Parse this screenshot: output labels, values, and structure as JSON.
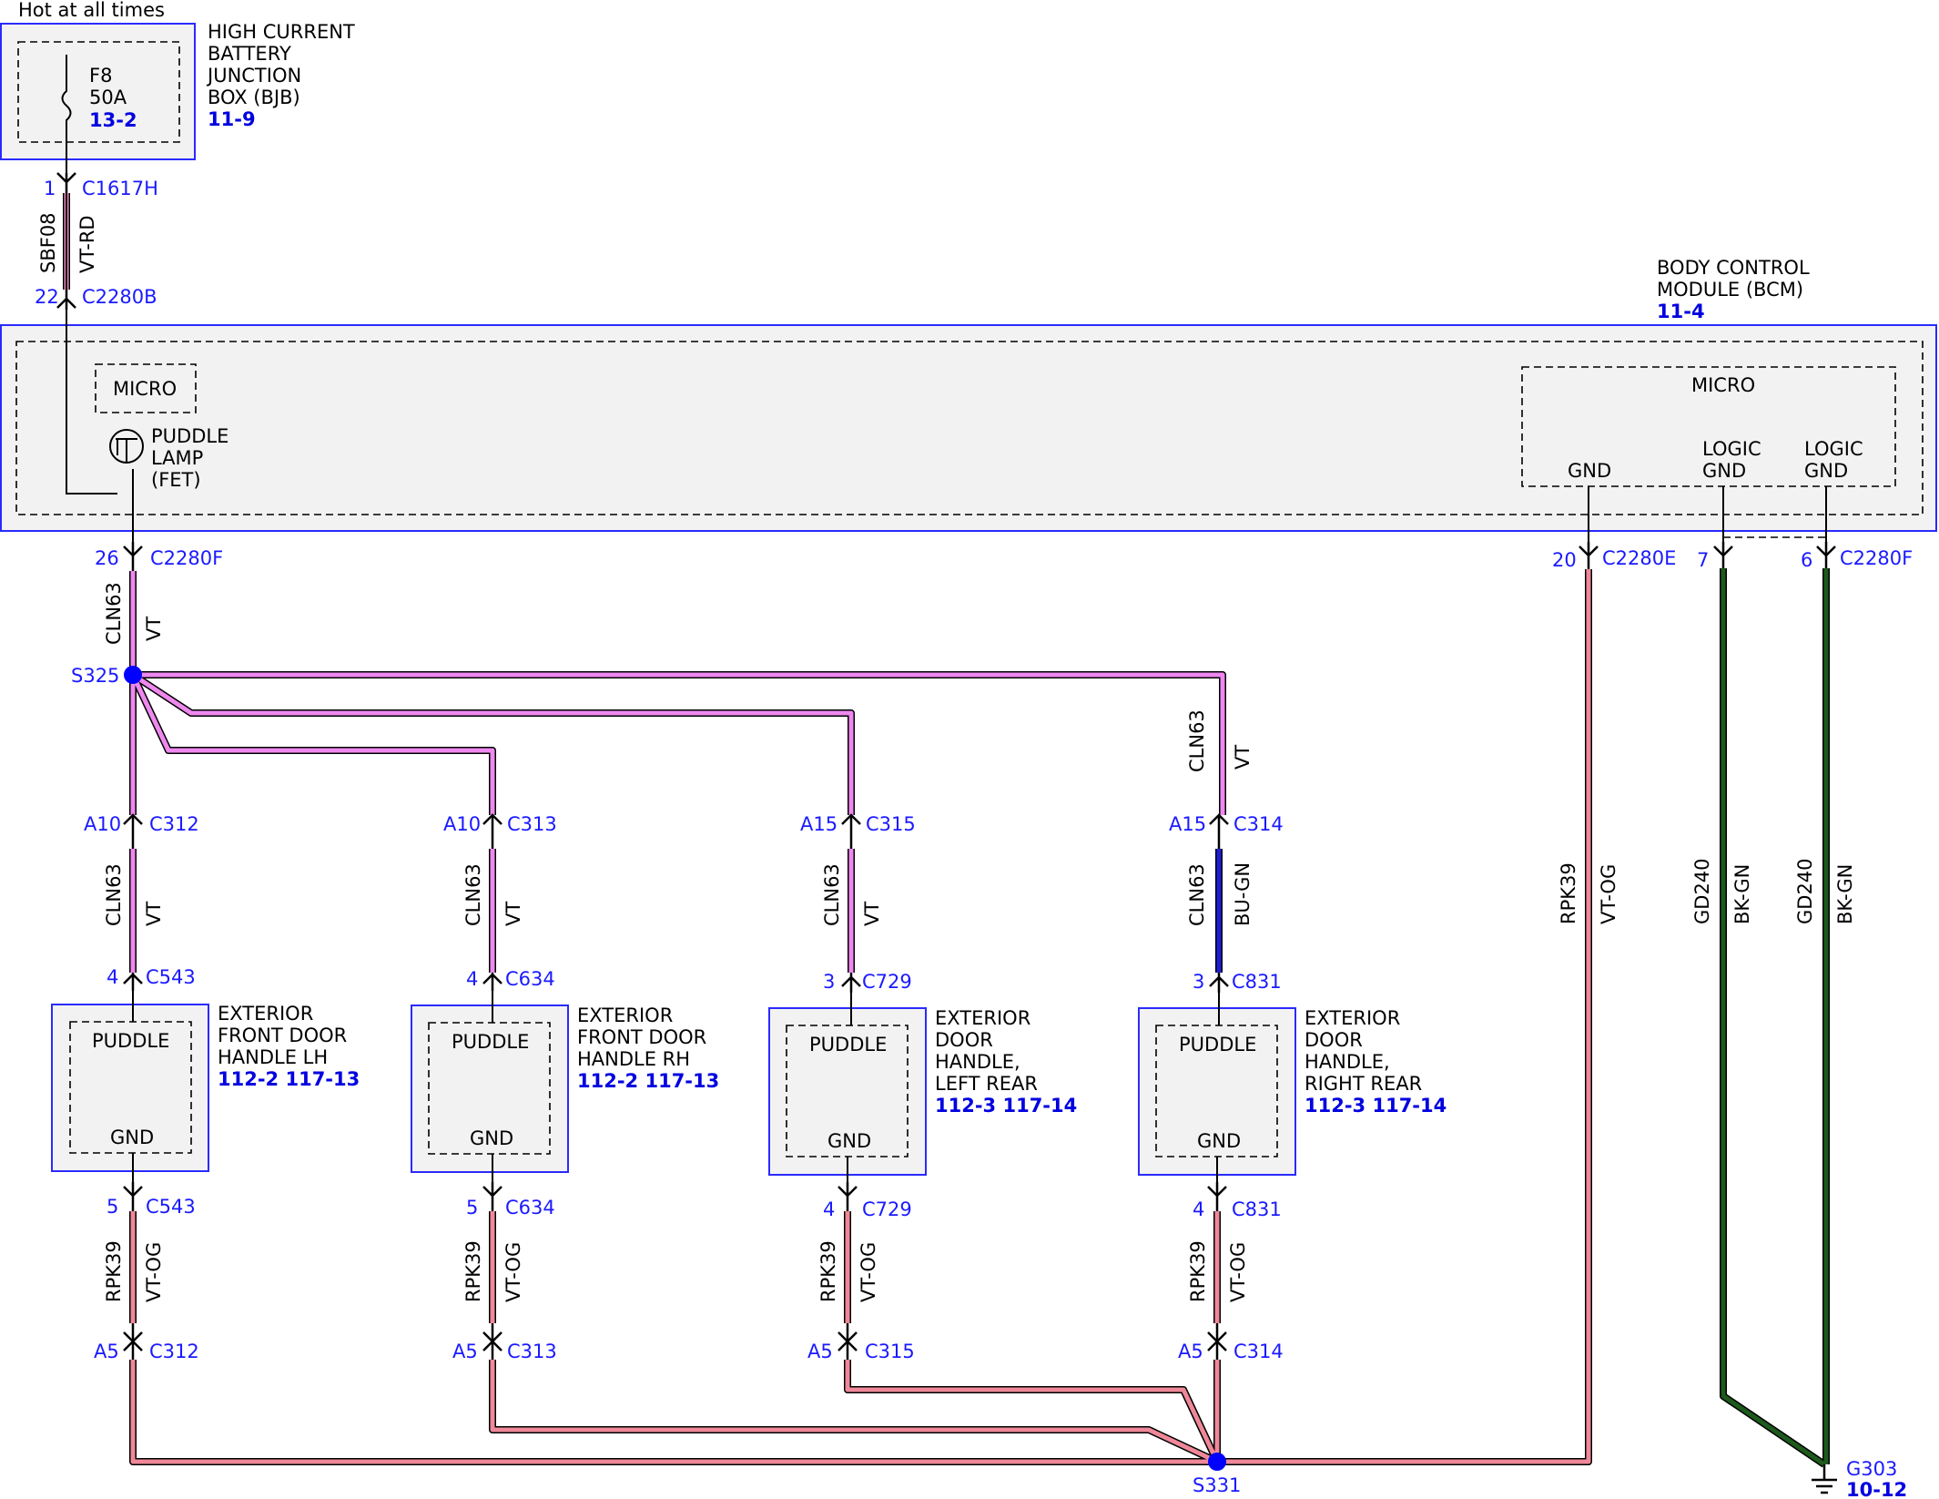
{
  "header": {
    "hot_text": "Hot at all times"
  },
  "bjb": {
    "title": [
      "HIGH CURRENT",
      "BATTERY",
      "JUNCTION",
      "BOX (BJB)"
    ],
    "ref": "11-9",
    "fuse": {
      "name": "F8",
      "rating": "50A",
      "ref": "13-2"
    }
  },
  "connectors": {
    "c1617h": {
      "pin": "1",
      "name": "C1617H"
    },
    "c2280b": {
      "pin": "22",
      "name": "C2280B"
    },
    "c2280f_26": {
      "pin": "26",
      "name": "C2280F"
    },
    "c2280e_20": {
      "pin": "20",
      "name": "C2280E"
    },
    "c2280_7": {
      "pin": "7"
    },
    "c2280f_6": {
      "pin": "6",
      "name": "C2280F"
    }
  },
  "wire_top": {
    "circuit": "SBF08",
    "color": "VT-RD"
  },
  "bcm": {
    "title": [
      "BODY CONTROL",
      "MODULE (BCM)"
    ],
    "ref": "11-4",
    "micro_left": "MICRO",
    "puddle_fet": [
      "PUDDLE",
      "LAMP",
      "(FET)"
    ],
    "micro_right": "MICRO",
    "gnd": "GND",
    "logic_gnd_1": [
      "LOGIC",
      "GND"
    ],
    "logic_gnd_2": [
      "LOGIC",
      "GND"
    ]
  },
  "wire_feed": {
    "circuit": "CLN63",
    "color": "VT"
  },
  "splice_top": "S325",
  "splice_bottom": "S331",
  "branches": [
    {
      "top_pin": "A10",
      "top_conn": "C312",
      "circuit": "CLN63",
      "color": "VT",
      "dev_pin": "4",
      "dev_conn": "C543",
      "puddle": "PUDDLE",
      "gnd": "GND",
      "title": [
        "EXTERIOR",
        "FRONT DOOR",
        "HANDLE LH"
      ],
      "refs": "112-2  117-13",
      "gnd_pin": "5",
      "gnd_conn": "C543",
      "ret_circuit": "RPK39",
      "ret_color": "VT-OG",
      "bot_pin": "A5",
      "bot_conn": "C312"
    },
    {
      "top_pin": "A10",
      "top_conn": "C313",
      "circuit": "CLN63",
      "color": "VT",
      "dev_pin": "4",
      "dev_conn": "C634",
      "puddle": "PUDDLE",
      "gnd": "GND",
      "title": [
        "EXTERIOR",
        "FRONT DOOR",
        "HANDLE RH"
      ],
      "refs": "112-2  117-13",
      "gnd_pin": "5",
      "gnd_conn": "C634",
      "ret_circuit": "RPK39",
      "ret_color": "VT-OG",
      "bot_pin": "A5",
      "bot_conn": "C313"
    },
    {
      "top_pin": "A15",
      "top_conn": "C315",
      "circuit": "CLN63",
      "color": "VT",
      "dev_pin": "3",
      "dev_conn": "C729",
      "puddle": "PUDDLE",
      "gnd": "GND",
      "title": [
        "EXTERIOR",
        "DOOR",
        "HANDLE,",
        "LEFT REAR"
      ],
      "refs": "112-3  117-14",
      "gnd_pin": "4",
      "gnd_conn": "C729",
      "ret_circuit": "RPK39",
      "ret_color": "VT-OG",
      "bot_pin": "A5",
      "bot_conn": "C315"
    },
    {
      "top_pin": "A15",
      "top_conn": "C314",
      "circuit": "CLN63",
      "color": "BU-GN",
      "dev_pin": "3",
      "dev_conn": "C831",
      "puddle": "PUDDLE",
      "gnd": "GND",
      "title": [
        "EXTERIOR",
        "DOOR",
        "HANDLE,",
        "RIGHT REAR"
      ],
      "refs": "112-3  117-14",
      "gnd_pin": "4",
      "gnd_conn": "C831",
      "ret_circuit": "RPK39",
      "ret_color": "VT-OG",
      "bot_pin": "A5",
      "bot_conn": "C314"
    }
  ],
  "branch4_upper": {
    "circuit": "CLN63",
    "color": "VT"
  },
  "bcm_ground_wire": {
    "circuit": "RPK39",
    "color": "VT-OG"
  },
  "logic_wire_1": {
    "circuit": "GD240",
    "color": "BK-GN"
  },
  "logic_wire_2": {
    "circuit": "GD240",
    "color": "BK-GN"
  },
  "ground": {
    "name": "G303",
    "ref": "10-12"
  },
  "colors": {
    "vt": "#ee88ee",
    "vt_og": "#ee8899",
    "vt_rd": "#ee88bb",
    "bu_gn": "#1f1fd6",
    "bk_gn": "#1d5a1d",
    "frame": "#2a2aff",
    "splice": "#0000ff"
  }
}
